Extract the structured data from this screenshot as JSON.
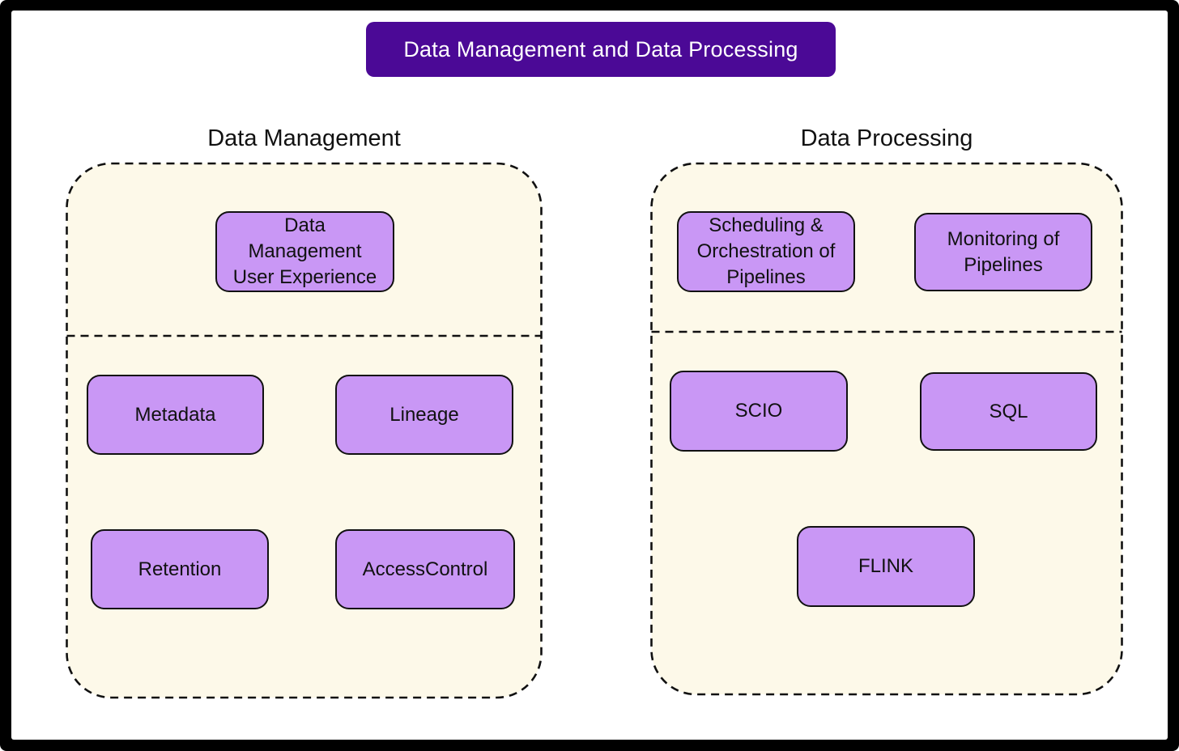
{
  "banner": {
    "label": "Data Management and Data Processing"
  },
  "sections": {
    "left": {
      "title": "Data Management",
      "nodes": {
        "dm_ux": "Data\nManagement\nUser Experience",
        "metadata": "Metadata",
        "lineage": "Lineage",
        "retention": "Retention",
        "access_control": "AccessControl"
      }
    },
    "right": {
      "title": "Data Processing",
      "nodes": {
        "scheduling": "Scheduling &\nOrchestration of\nPipelines",
        "monitoring": "Monitoring of\nPipelines",
        "scio": "SCIO",
        "sql": "SQL",
        "flink": "FLINK"
      }
    }
  },
  "colors": {
    "banner_bg": "#4b0996",
    "banner_text": "#ffffff",
    "node_fill": "#c997f5",
    "node_border": "#111111",
    "container_fill": "#fdf9e9",
    "container_border": "#111111",
    "frame": "#000000",
    "page_bg": "#ffffff",
    "text": "#111111"
  }
}
